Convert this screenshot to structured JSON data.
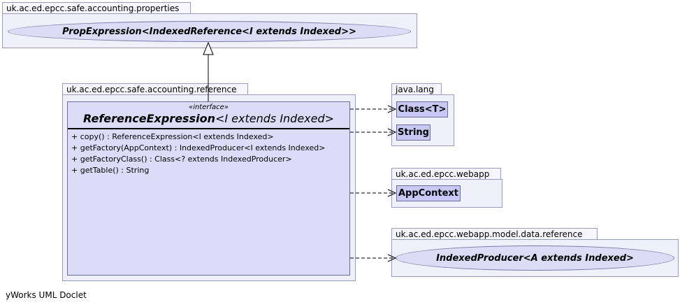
{
  "packages": {
    "properties": {
      "name": "uk.ac.ed.epcc.safe.accounting.properties"
    },
    "reference": {
      "name": "uk.ac.ed.epcc.safe.accounting.reference"
    },
    "java_lang": {
      "name": "java.lang"
    },
    "webapp": {
      "name": "uk.ac.ed.epcc.webapp"
    },
    "model_data_reference": {
      "name": "uk.ac.ed.epcc.webapp.model.data.reference"
    }
  },
  "elements": {
    "prop_expression": "PropExpression<IndexedReference<I extends Indexed>>",
    "interface_stereotype": "«interface»",
    "interface_name": "ReferenceExpression",
    "interface_type_param": "<I extends Indexed>",
    "methods": [
      "+  copy() : ReferenceExpression<I extends Indexed>",
      "+  getFactory(AppContext) : IndexedProducer<I extends Indexed>",
      "+  getFactoryClass() : Class<? extends IndexedProducer>",
      "+  getTable() : String"
    ],
    "class_t": "Class<T>",
    "string": "String",
    "app_context": "AppContext",
    "indexed_producer": "IndexedProducer<A extends Indexed>"
  },
  "footer": "yWorks UML Doclet",
  "colors": {
    "package_fill": "#f0f0fa",
    "class_fill": "#c8c8f4",
    "interface_fill": "#dcdcf8",
    "border": "#9a9ac0"
  }
}
